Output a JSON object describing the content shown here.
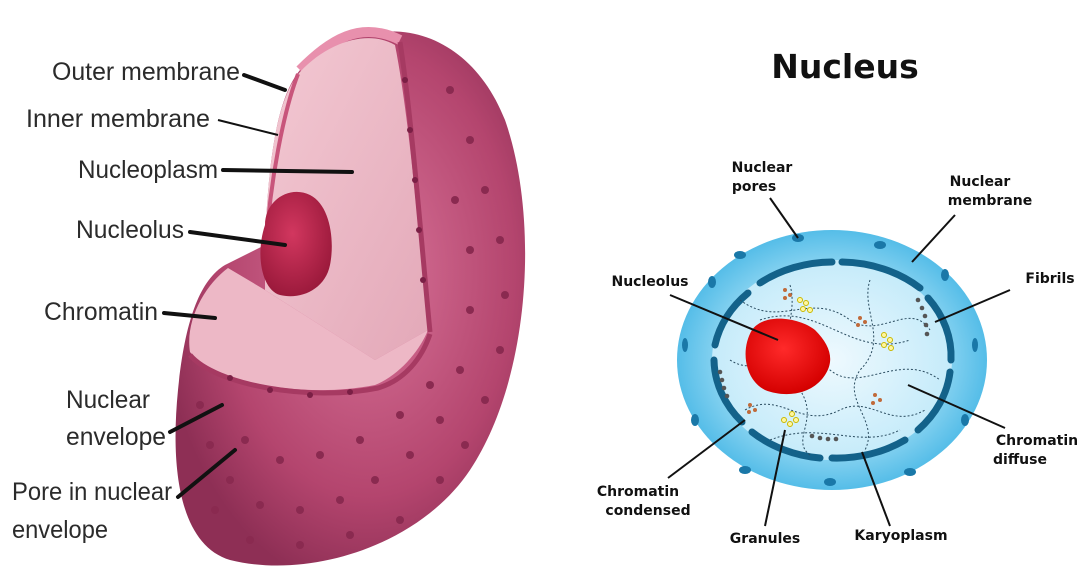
{
  "left_diagram": {
    "labels": {
      "outer_membrane": "Outer membrane",
      "inner_membrane": "Inner membrane",
      "nucleoplasm": "Nucleoplasm",
      "nucleolus": "Nucleolus",
      "chromatin": "Chromatin",
      "nuclear_envelope_1": "Nuclear",
      "nuclear_envelope_2": "envelope",
      "pore_1": "Pore in nuclear",
      "pore_2": "envelope"
    }
  },
  "right_diagram": {
    "title": "Nucleus",
    "labels": {
      "nuclear_pores_1": "Nuclear",
      "nuclear_pores_2": "pores",
      "nuclear_membrane_1": "Nuclear",
      "nuclear_membrane_2": "membrane",
      "fibrils": "Fibrils",
      "nucleolus": "Nucleolus",
      "chromatin_diffuse_1": "Chromatin",
      "chromatin_diffuse_2": "diffuse",
      "chromatin_condensed_1": "Chromatin",
      "chromatin_condensed_2": "condensed",
      "granules": "Granules",
      "karyoplasm": "Karyoplasm"
    }
  }
}
